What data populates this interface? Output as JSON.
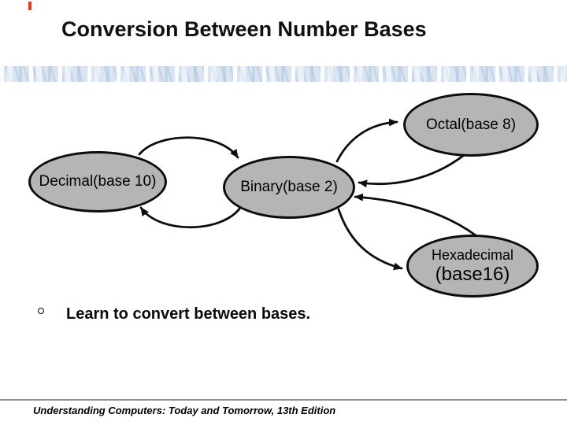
{
  "slide": {
    "title": "Conversion Between Number Bases",
    "bullet": {
      "marker_icon": "circle-bullet",
      "text": "Learn to convert between bases."
    },
    "footer": {
      "text": "Understanding Computers: Today and Tomorrow, 13th Edition"
    }
  },
  "diagram": {
    "type": "directed-graph",
    "nodes": {
      "decimal": {
        "label": "Decimal(base 10)"
      },
      "binary": {
        "label": "Binary(base 2)"
      },
      "octal": {
        "label": "Octal(base 8)"
      },
      "hexadecimal": {
        "line1": "Hexadecimal",
        "line2": "(base16)"
      }
    },
    "edges": [
      {
        "from": "decimal",
        "to": "binary"
      },
      {
        "from": "binary",
        "to": "decimal"
      },
      {
        "from": "binary",
        "to": "octal"
      },
      {
        "from": "octal",
        "to": "binary"
      },
      {
        "from": "hexadecimal",
        "to": "binary"
      },
      {
        "from": "binary",
        "to": "hexadecimal"
      }
    ],
    "colors": {
      "node_fill": "#b5b5b5",
      "node_border": "#0d0d0d",
      "arrow": "#0d0d0d"
    }
  },
  "decor": {
    "band_color": "#dbe5f2",
    "band_accent": "#a7c0df",
    "red_tick_color": "#e8391d",
    "footer_rule_color": "#8c8c8c"
  }
}
